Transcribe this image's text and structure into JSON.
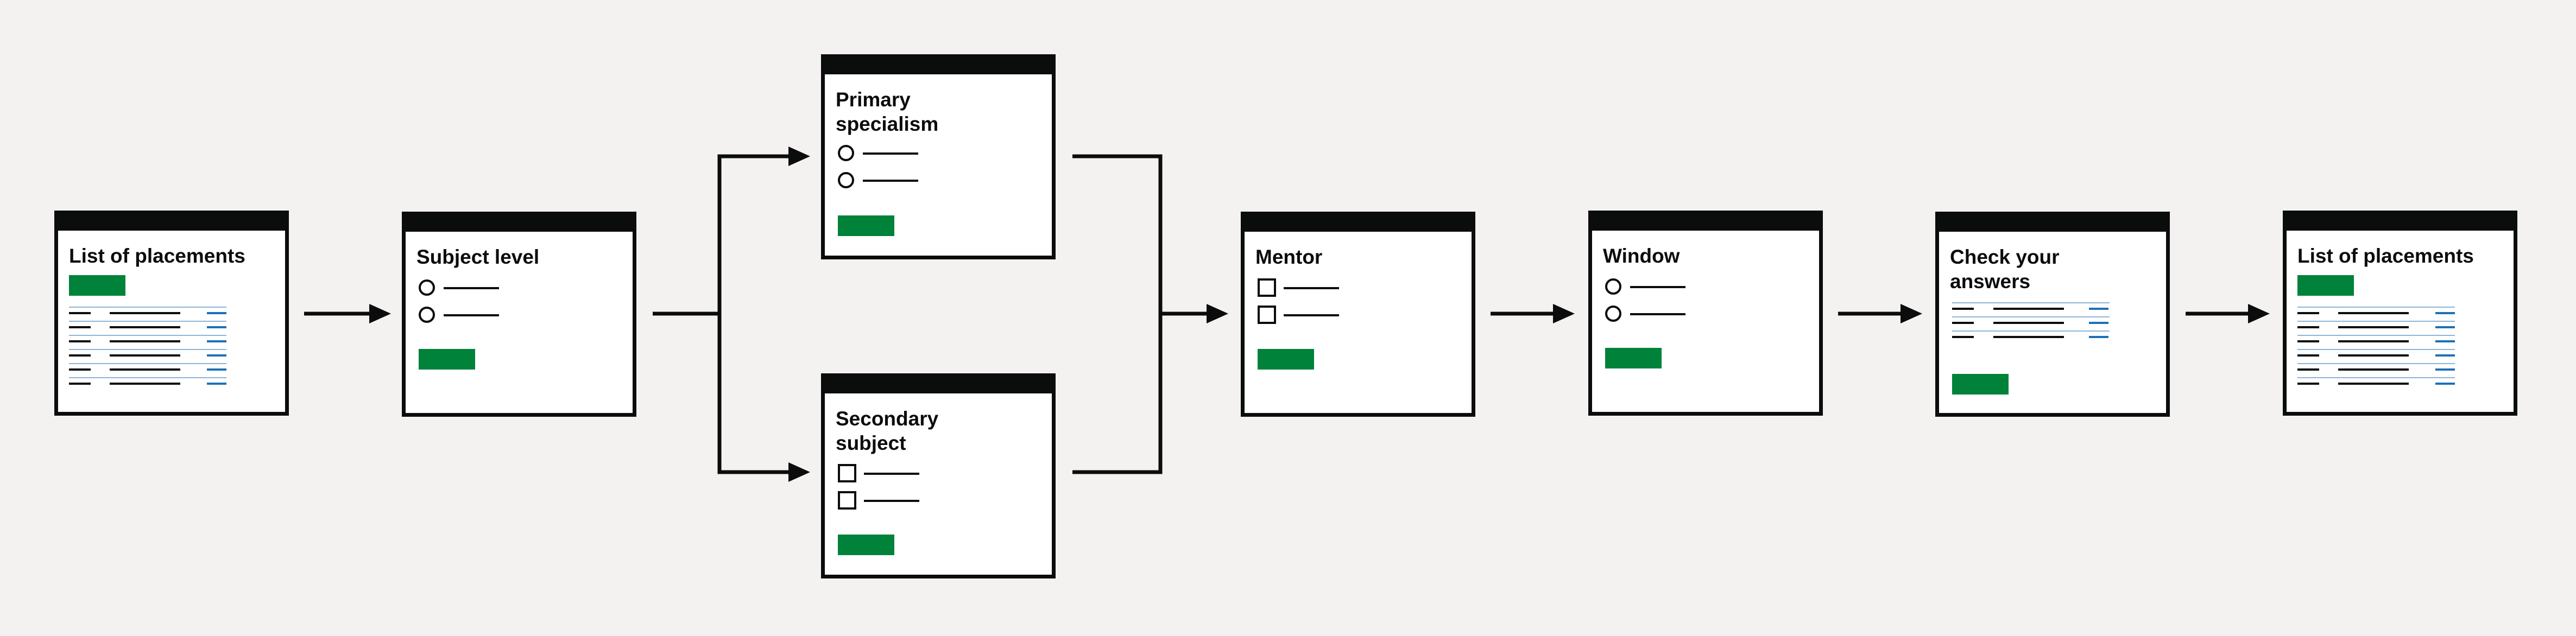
{
  "diagram": {
    "colors": {
      "background": "#f3f2f1",
      "ink": "#0b0c0c",
      "button": "#00823b",
      "link": "#1d70b8",
      "divider": "#8fb4d6"
    },
    "screens": [
      {
        "id": "list-of-placements-start",
        "title": "List of placements",
        "content": "summary-list"
      },
      {
        "id": "subject-level",
        "title": "Subject level",
        "content": "radios"
      },
      {
        "id": "primary-specialism",
        "title": "Primary specialism",
        "content": "radios"
      },
      {
        "id": "secondary-subject",
        "title": "Secondary subject",
        "content": "checkboxes"
      },
      {
        "id": "mentor",
        "title": "Mentor",
        "content": "checkboxes"
      },
      {
        "id": "window",
        "title": "Window",
        "content": "radios"
      },
      {
        "id": "check-your-answers",
        "title": "Check your answers",
        "content": "check-answers"
      },
      {
        "id": "list-of-placements-end",
        "title": "List of placements",
        "content": "summary-list"
      }
    ],
    "connections": [
      {
        "from": "list-of-placements-start",
        "to": "subject-level"
      },
      {
        "from": "subject-level",
        "to": "primary-specialism"
      },
      {
        "from": "subject-level",
        "to": "secondary-subject"
      },
      {
        "from": "primary-specialism",
        "to": "mentor"
      },
      {
        "from": "secondary-subject",
        "to": "mentor"
      },
      {
        "from": "mentor",
        "to": "window"
      },
      {
        "from": "window",
        "to": "check-your-answers"
      },
      {
        "from": "check-your-answers",
        "to": "list-of-placements-end"
      }
    ]
  }
}
